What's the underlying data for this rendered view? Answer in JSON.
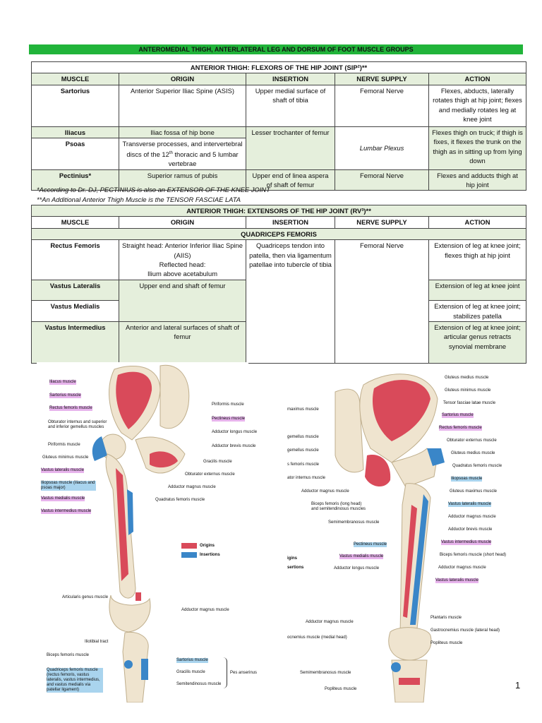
{
  "banner": "ANTEROMEDIAL THIGH, ANTERLATERAL LEG AND DORSUM OF FOOT MUSCLE GROUPS",
  "flexors": {
    "title": "ANTERIOR THIGH: FLEXORS OF THE HIP JOINT (SIP²)**",
    "headers": [
      "MUSCLE",
      "ORIGIN",
      "INSERTION",
      "NERVE SUPPLY",
      "ACTION"
    ],
    "sartorius": {
      "muscle": "Sartorius",
      "origin": "Anterior Superior Iliac Spine (ASIS)",
      "insertion": "Upper medial surface of shaft of tibia",
      "nerve": "Femoral Nerve",
      "action": "Flexes, abducts, laterally rotates thigh at hip joint; flexes and medially rotates leg at knee joint"
    },
    "iliacus": {
      "muscle": "Iliacus",
      "origin": "Iliac fossa of hip bone"
    },
    "psoas": {
      "muscle": "Psoas",
      "origin": "Transverse processes, and intervertebral discs of the 12th thoracic and 5 lumbar vertebrae",
      "nerve": "Lumbar Plexus"
    },
    "ilio_psoas": {
      "insertion": "Lesser trochanter of femur",
      "action": "Flexes thigh on truck; if thigh is fixes, it flexes the trunk on the thigh as in sitting up from lying down"
    },
    "pectinius": {
      "muscle": "Pectinius*",
      "origin": "Superior ramus of pubis",
      "insertion": "Upper end of linea aspera of shaft of femur",
      "nerve": "Femoral Nerve",
      "action": "Flexes and adducts thigh at hip joint"
    }
  },
  "notes": {
    "note1": "*According to Dr. DJ, PECTINIUS is also an EXTENSOR OF THE KNEE JOINT",
    "note2": "**An Additional Anterior Thigh Muscle is the TENSOR FASCIAE LATA"
  },
  "extensors": {
    "title": "ANTERIOR THIGH: EXTENSORS OF THE HIP JOINT (RV³)**",
    "headers": [
      "MUSCLE",
      "ORIGIN",
      "INSERTION",
      "NERVE SUPPLY",
      "ACTION"
    ],
    "group": "QUADRICEPS FEMORIS",
    "insertion": "Quadriceps tendon into patella, then via ligamentum patellae into tubercle of tibia",
    "nerve": "Femoral Nerve",
    "rectus": {
      "muscle": "Rectus Femoris",
      "origin": "Straight head: Anterior Inferior Iliac Spine (AIIS) Reflected head: Ilium above acetabulum",
      "action": "Extension of leg at knee joint; flexes thigh at hip joint"
    },
    "lateralis": {
      "muscle": "Vastus Lateralis",
      "origin": "Upper end and shaft of femur",
      "action": "Extension of leg at knee joint"
    },
    "medialis": {
      "muscle": "Vastus Medialis",
      "action": "Extension of leg at knee joint; stabilizes patella"
    },
    "intermedius": {
      "muscle": "Vastus Intermedius",
      "origin": "Anterior and lateral surfaces of shaft of femur",
      "action": "Extension of leg at knee joint; articular genus retracts synovial membrane"
    }
  },
  "figure_left": {
    "labels": [
      "Iliacus muscle",
      "Sartorius muscle",
      "Rectus femoris muscle",
      "Obturator internus and superior and inferior gemellus muscles",
      "Piriformis muscle",
      "Gluteus minimus muscle",
      "Vastus lateralis muscle",
      "Iliopsoas muscle (iliacus and psoas major)",
      "Vastus medialis muscle",
      "Vastus intermedius muscle",
      "Piriformis muscle",
      "Pectineus muscle",
      "Adductor longus muscle",
      "Adductor brevis muscle",
      "Gracilis muscle",
      "Obturator externus muscle",
      "Adductor magnus muscle",
      "Quadratus femoris muscle",
      "Articularis genus muscle",
      "Adductor magnus muscle",
      "Iliotibial tract",
      "Biceps femoris muscle",
      "Quadriceps femoris muscle (rectus femoris, vastus lateralis, vastus intermedius, and vastus medialis via patellar ligament)",
      "Sartorius muscle",
      "Gracilis muscle",
      "Semitendinosus muscle",
      "Pes anserinus"
    ],
    "legend_origins": "Origins",
    "legend_insertions": "Insertions"
  },
  "figure_right": {
    "labels_right": [
      "Gluteus medius muscle",
      "Gluteus minimus muscle",
      "Tensor fasciae latae muscle",
      "Sartorius muscle",
      "Rectus femoris muscle",
      "Obturator externus muscle",
      "Gluteus medius muscle",
      "Quadratus femoris muscle",
      "Iliopsoas muscle",
      "Gluteus maximus muscle",
      "Vastus lateralis muscle",
      "Adductor magnus muscle",
      "Adductor brevis muscle",
      "Vastus intermedius muscle",
      "Biceps femoris muscle (short head)",
      "Adductor magnus muscle",
      "Vastus lateralis muscle",
      "Plantaris muscle",
      "Gastrocnemius muscle (lateral head)",
      "Popliteus muscle"
    ],
    "labels_left": [
      "maximus muscle",
      "gemellus muscle",
      "gemellus muscle",
      "s femoris muscle",
      "ator internus muscle",
      "Adductor magnus muscle",
      "Biceps femoris (long head) and semitendinosus muscles",
      "Semimembranosus muscle",
      "Pectineus muscle",
      "Vastus medialis muscle",
      "Adductor longus muscle",
      "Adductor magnus muscle",
      "ocnemius muscle (medial head)",
      "Semimembranosus muscle",
      "Popliteus muscle"
    ],
    "legend_origins": "igins",
    "legend_insertions": "sertions"
  },
  "page_number": "1",
  "colors": {
    "banner": "#21b43a",
    "cell_green": "#e5efdc",
    "origin_red": "#d94a5a",
    "insertion_blue": "#3a86c8",
    "bone": "#efe4cf"
  }
}
